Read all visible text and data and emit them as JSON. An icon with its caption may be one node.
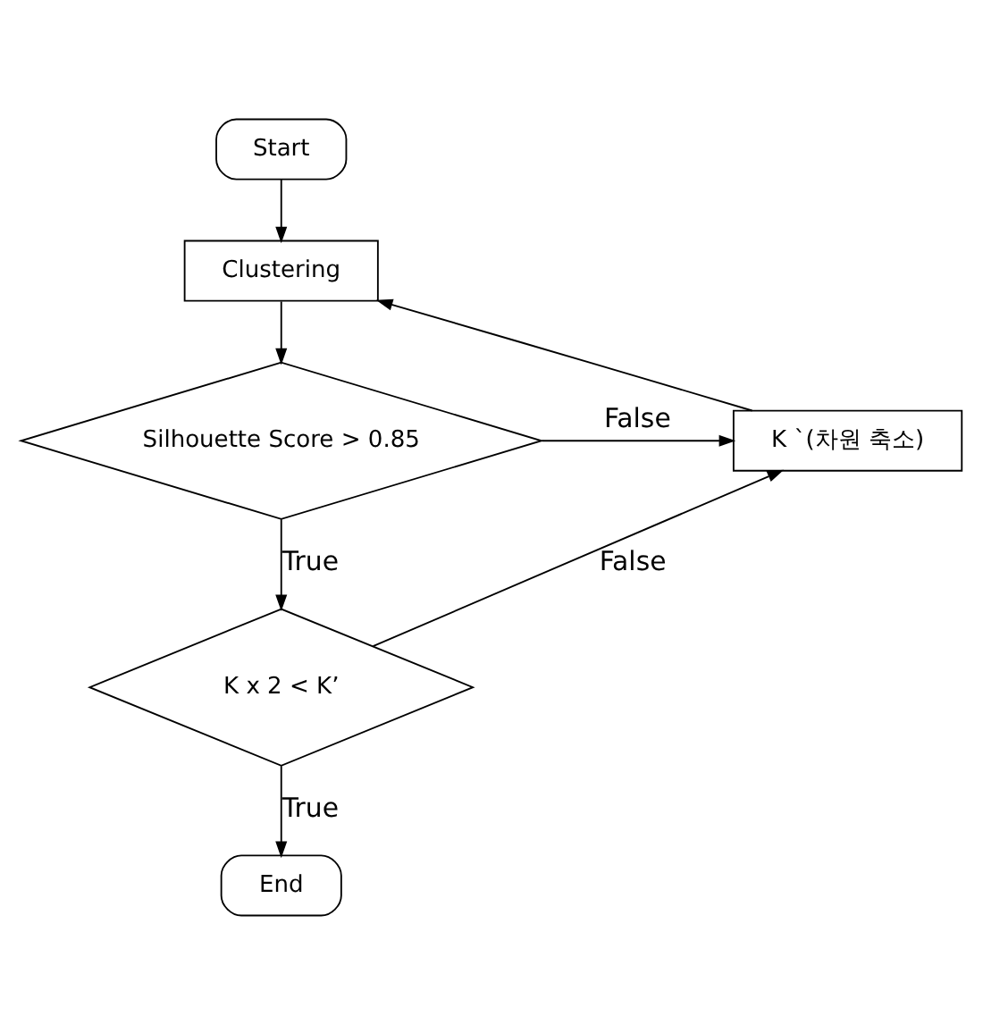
{
  "diagram": {
    "nodes": [
      {
        "text": [
          "Start"
        ]
      },
      {
        "text": [
          "Clustering"
        ]
      },
      {
        "text": [
          "Silhouette Score > 0.85"
        ]
      },
      {
        "text": [
          "K `(차원 축소)"
        ]
      },
      {
        "text": [
          "K x 2 < K’"
        ]
      },
      {
        "text": [
          "End"
        ]
      }
    ],
    "edges": [
      {
        "from": 0,
        "to": 1,
        "arrow": "to"
      },
      {
        "from": 1,
        "to": 2,
        "arrow": "to"
      },
      {
        "from": 2,
        "to": 3,
        "arrow": "to",
        "label": "False"
      },
      {
        "from": 3,
        "to": 1,
        "arrow": "to"
      },
      {
        "from": 2,
        "to": 4,
        "arrow": "to",
        "label": "True"
      },
      {
        "from": 4,
        "to": 3,
        "arrow": "to",
        "label": "False"
      },
      {
        "from": 4,
        "to": 5,
        "arrow": "to",
        "label": "True"
      }
    ]
  }
}
